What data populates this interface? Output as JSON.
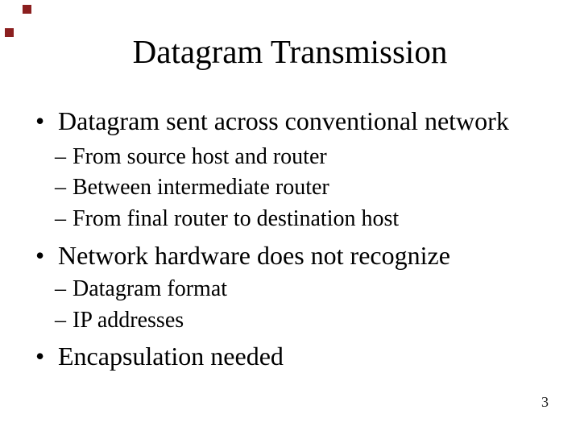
{
  "slide": {
    "title": "Datagram Transmission",
    "page_number": "3",
    "bullets": [
      {
        "level": 1,
        "marker": "•",
        "text": "Datagram sent across conventional network"
      },
      {
        "level": 2,
        "marker": "–",
        "text": "From source host and router"
      },
      {
        "level": 2,
        "marker": "–",
        "text": "Between intermediate router"
      },
      {
        "level": 2,
        "marker": "–",
        "text": "From final router to destination host"
      },
      {
        "level": 1,
        "marker": "•",
        "text": "Network hardware does not recognize"
      },
      {
        "level": 2,
        "marker": "–",
        "text": "Datagram format"
      },
      {
        "level": 2,
        "marker": "–",
        "text": "IP addresses"
      },
      {
        "level": 1,
        "marker": "•",
        "text": "Encapsulation needed"
      }
    ],
    "colors": {
      "background": "#ffffff",
      "text": "#000000",
      "corner_square": "#8b1f1f"
    }
  }
}
